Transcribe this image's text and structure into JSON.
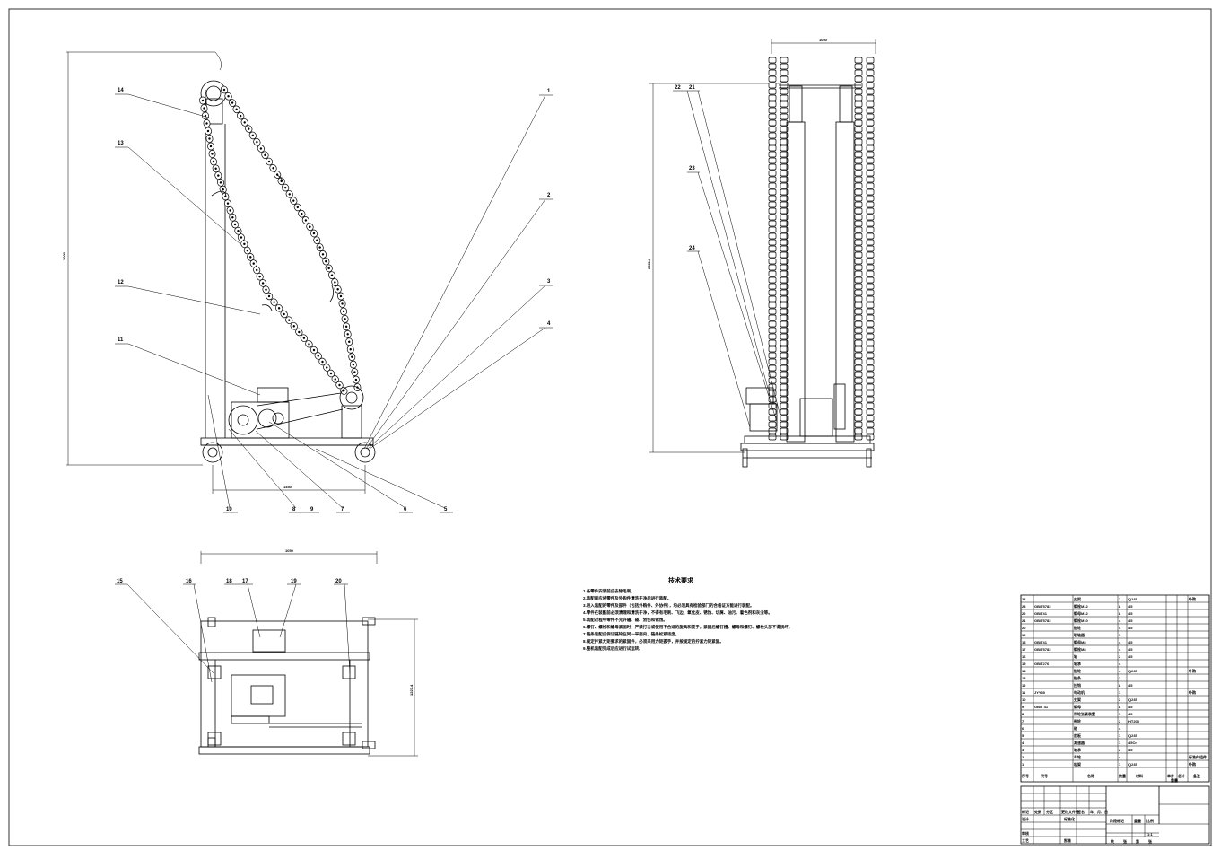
{
  "callouts_side": [
    "14",
    "13",
    "12",
    "11",
    "1",
    "2",
    "3",
    "4",
    "10",
    "8",
    "9",
    "7",
    "6",
    "5"
  ],
  "callouts_front": [
    "22",
    "21",
    "23",
    "24"
  ],
  "callouts_top": [
    "15",
    "16",
    "18",
    "17",
    "19",
    "20"
  ],
  "dims": {
    "side_height": "3000",
    "side_width": "1450",
    "front_width": "1050",
    "front_height": "2851.6",
    "top_width": "1050",
    "top_height": "1227.4"
  },
  "notes": {
    "title": "技术要求",
    "lines": [
      "1.各零件安装前应去除毛刺。",
      "2.装配前应将零件及外购件清洗干净后进行装配。",
      "3.进入装配的零件及部件（包括外购件、外协件），均必须具有检验部门的合格证方能进行装配。",
      "4.零件在装配前必须清理和清洗干净，不得有毛刺、飞边、氧化皮、锈蚀、切屑、油污、着色剂和灰尘等。",
      "5.装配过程中零件不允许磕、碰、划伤和锈蚀。",
      "6.螺钉、螺栓和螺母紧固时，严禁打击或使用不合适的旋具和扳手，紧固后螺钉槽、螺母和螺钉、螺栓头部不得损坏。",
      "7.链条装配应保证链轮在同一平面内，链条松紧适度。",
      "8.规定拧紧力矩要求的紧固件，必须采用力矩扳手，并按规定的拧紧力矩紧固。",
      "9.整机装配完成后应进行试运转。"
    ]
  },
  "bom": {
    "header": {
      "no": "序号",
      "code": "代号",
      "name": "名称",
      "qty": "数量",
      "material": "材料",
      "unit": "单件",
      "total": "总计",
      "weight": "重量",
      "remark": "备注"
    },
    "rows": [
      {
        "no": "24",
        "code": "",
        "name": "支架",
        "qty": "1",
        "material": "Q235",
        "remark": "外购"
      },
      {
        "no": "23",
        "code": "GB/T5783",
        "name": "螺栓M12",
        "qty": "8",
        "material": "45",
        "remark": ""
      },
      {
        "no": "22",
        "code": "GB/T41",
        "name": "螺母M12",
        "qty": "8",
        "material": "45",
        "remark": ""
      },
      {
        "no": "21",
        "code": "GB/T5783",
        "name": "螺栓M10",
        "qty": "4",
        "material": "45",
        "remark": ""
      },
      {
        "no": "20",
        "code": "",
        "name": "链轮",
        "qty": "4",
        "material": "45",
        "remark": ""
      },
      {
        "no": "19",
        "code": "",
        "name": "联轴器",
        "qty": "1",
        "material": "",
        "remark": ""
      },
      {
        "no": "18",
        "code": "GB/T41",
        "name": "螺母M8",
        "qty": "4",
        "material": "45",
        "remark": ""
      },
      {
        "no": "17",
        "code": "GB/T5783",
        "name": "螺栓M8",
        "qty": "4",
        "material": "45",
        "remark": ""
      },
      {
        "no": "16",
        "code": "",
        "name": "轴",
        "qty": "2",
        "material": "45",
        "remark": ""
      },
      {
        "no": "15",
        "code": "GB/T276",
        "name": "轴承",
        "qty": "4",
        "material": "",
        "remark": ""
      },
      {
        "no": "14",
        "code": "",
        "name": "链轮",
        "qty": "4",
        "material": "Q235",
        "remark": "外购"
      },
      {
        "no": "13",
        "code": "",
        "name": "链条",
        "qty": "2",
        "material": "",
        "remark": ""
      },
      {
        "no": "12",
        "code": "",
        "name": "挂钩",
        "qty": "8",
        "material": "45",
        "remark": ""
      },
      {
        "no": "11",
        "code": "JYY30",
        "name": "电动机",
        "qty": "1",
        "material": "",
        "remark": "外购"
      },
      {
        "no": "10",
        "code": "",
        "name": "支架",
        "qty": "2",
        "material": "Q235",
        "remark": ""
      },
      {
        "no": "9",
        "code": "GB/T 41",
        "name": "螺母",
        "qty": "8",
        "material": "45",
        "remark": ""
      },
      {
        "no": "8",
        "code": "",
        "name": "带轮张紧装置",
        "qty": "1",
        "material": "45",
        "remark": ""
      },
      {
        "no": "7",
        "code": "",
        "name": "带轮",
        "qty": "2",
        "material": "HT200",
        "remark": ""
      },
      {
        "no": "6",
        "code": "",
        "name": "键",
        "qty": "4",
        "material": "",
        "remark": ""
      },
      {
        "no": "5",
        "code": "",
        "name": "底板",
        "qty": "1",
        "material": "Q235",
        "remark": ""
      },
      {
        "no": "4",
        "code": "",
        "name": "减速器",
        "qty": "1",
        "material": "45Cr",
        "remark": ""
      },
      {
        "no": "3",
        "code": "",
        "name": "轴承",
        "qty": "2",
        "material": "45",
        "remark": ""
      },
      {
        "no": "2",
        "code": "",
        "name": "车轮",
        "qty": "4",
        "material": "",
        "remark": "标准件组件"
      },
      {
        "no": "1",
        "code": "",
        "name": "机架",
        "qty": "1",
        "material": "Q235",
        "remark": "外购"
      }
    ]
  },
  "titleblock": {
    "r1": [
      "标记",
      "处数",
      "分区",
      "更改文件号",
      "签名",
      "年、月、日"
    ],
    "designer": "设计",
    "standard": "标准化",
    "check": "审核",
    "process": "工艺",
    "approve": "批准",
    "stage": "阶段标记",
    "weight": "重量",
    "scale": "比例",
    "scale_val": "1:1",
    "sheet": [
      "共",
      "张",
      "第",
      "张"
    ]
  }
}
